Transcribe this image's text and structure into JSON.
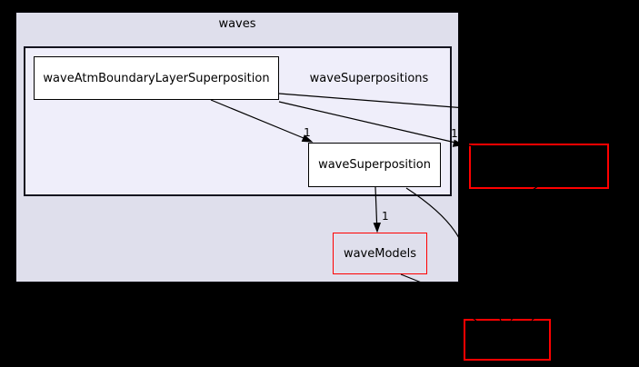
{
  "diagram": {
    "kind": "directory-dependency-graph",
    "clusters": {
      "outer": {
        "label": "waves",
        "fill": "#dfdfec"
      },
      "inner": {
        "label": "waveSuperpositions",
        "fill": "#efeefa"
      }
    },
    "nodes": {
      "atm": {
        "label": "waveAtmBoundaryLayerSuperposition",
        "fill": "#ffffff",
        "border": "#000000"
      },
      "sup": {
        "label": "waveSuperposition",
        "fill": "#ffffff",
        "border": "#000000"
      },
      "models": {
        "label": "waveModels",
        "fill": "#dfdfec",
        "border": "#ff0000"
      },
      "ext_right": {
        "label": "",
        "fill": "#000000",
        "border": "#ff0000"
      },
      "ext_bottom": {
        "label": "",
        "fill": "#000000",
        "border": "#ff0000"
      }
    },
    "edges": [
      {
        "from": "waveAtmBoundaryLayerSuperposition",
        "to": "waveSuperposition",
        "label": "1"
      },
      {
        "from": "waveAtmBoundaryLayerSuperposition",
        "to": "ext_right",
        "label": "1"
      },
      {
        "from": "waveSuperposition",
        "to": "waveModels",
        "label": "1"
      },
      {
        "from": "waveSuperposition",
        "to": "ext_bottom",
        "label": ""
      },
      {
        "from": "waveModels",
        "to": "ext_bottom",
        "label": ""
      }
    ],
    "colors": {
      "background": "#000000",
      "edge": "#000000",
      "text": "#000000",
      "external_border": "#ff0000"
    }
  }
}
